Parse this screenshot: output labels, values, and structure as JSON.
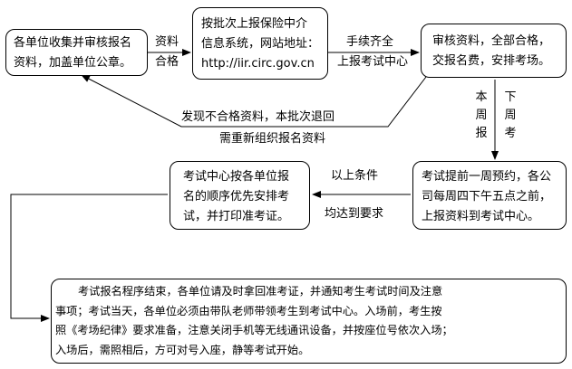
{
  "boxes": {
    "collect": {
      "lines": [
        "各单位收集并审核报名",
        "资料，加盖单位公章。"
      ]
    },
    "submit_system": {
      "lines": [
        "按批次上报保险中介",
        "信息系统，网站地址：",
        "http://iir.circ.gov.cn"
      ]
    },
    "review": {
      "lines": [
        "审核资料，全部合格，",
        "交报名费，安排考场。"
      ]
    },
    "book": {
      "lines": [
        "考试提前一周预约，各公",
        "司每周四下午五点之前，",
        "上报资料到考试中心。"
      ]
    },
    "schedule": {
      "lines": [
        "考试中心按各单位报",
        "名的顺序优先安排考",
        "试，并打印准考证。"
      ]
    },
    "final": {
      "lines": [
        "考试报名程序结束，各单位请及时拿回准考证，并通知考生考试时间及注意",
        "事项；考试当天，各单位必须由带队老师带领考生到考试中心。入场前，考生按",
        "照《考场纪律》要求准备，注意关闭手机等无线通讯设备，并按座位号依次入场；",
        "入场后，需照相后，方可对号入座，静等考试开始。"
      ]
    }
  },
  "labels": {
    "materials": "资料",
    "qualified": "合格",
    "complete": "手续齐全",
    "report_center": "上报考试中心",
    "reject_1": "发现不合格资料，本批次退回",
    "reject_2": "需重新组织报名资料",
    "this_week": [
      "本",
      "周",
      "报"
    ],
    "next_week": [
      "下",
      "周",
      "考"
    ],
    "conditions": "以上条件",
    "all_met": "均达到要求"
  }
}
